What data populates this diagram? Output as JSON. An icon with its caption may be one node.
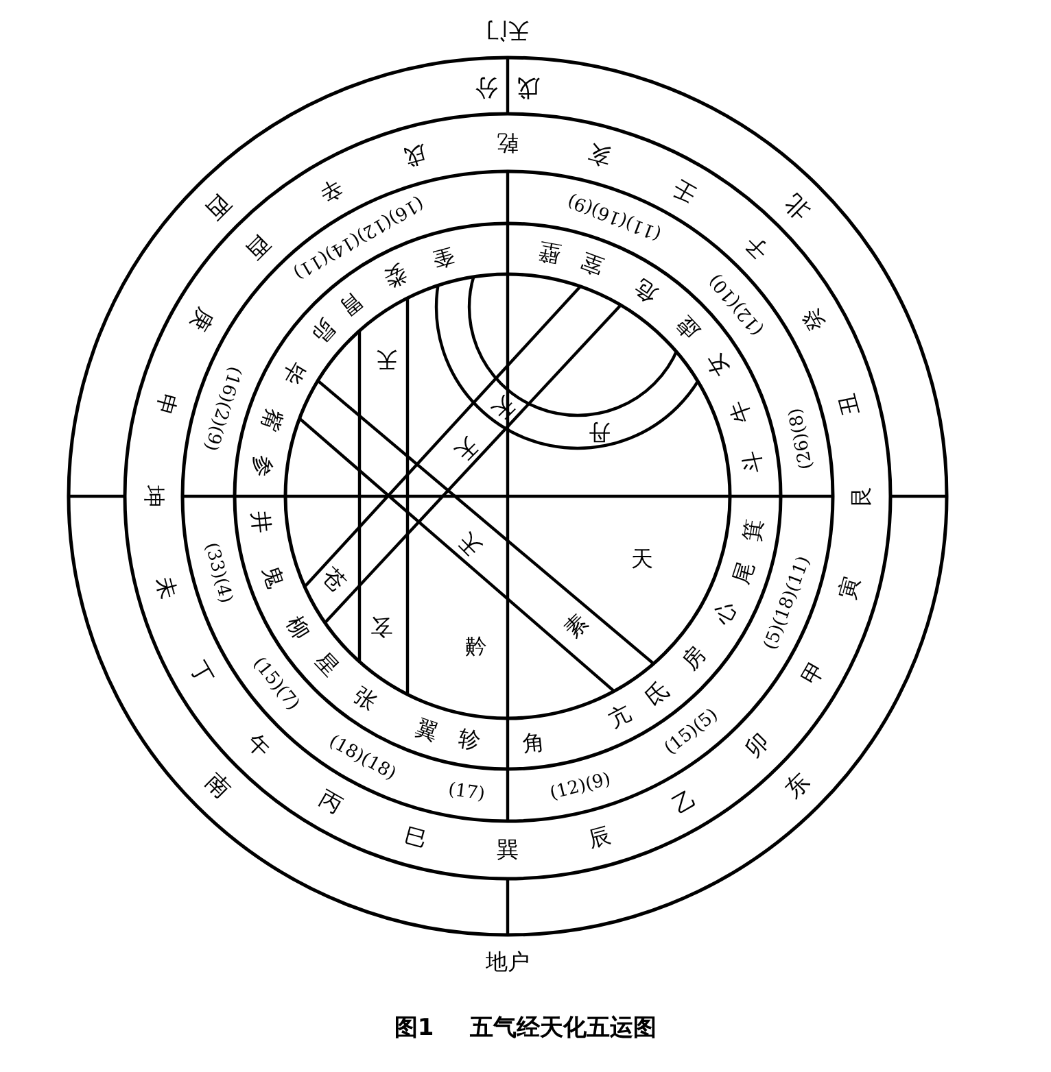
{
  "diagram": {
    "caption": "图1 五气经天化五运图",
    "labels": [
      "天门",
      "戊分",
      "北",
      "东",
      "南",
      "西",
      "乾",
      "亥",
      "壬",
      "子",
      "癸",
      "丑",
      "艮",
      "寅",
      "甲",
      "卯",
      "乙",
      "辰",
      "巽",
      "巳",
      "丙",
      "午",
      "丁",
      "未",
      "坤",
      "申",
      "庚",
      "酉",
      "辛",
      "戌",
      "(11)(16)(9)",
      "(12)(10)",
      "(26)(8)",
      "(5)(18)(11)",
      "(15)(5)",
      "(12)(9)",
      "(17)",
      "(18)(18)",
      "(15)(7)",
      "(33)(4)",
      "(16)(2)(9)",
      "(16)(12)(14)(11)",
      "壁",
      "室",
      "危",
      "虚",
      "女",
      "牛",
      "斗",
      "箕",
      "尾",
      "心",
      "房",
      "氐",
      "亢",
      "角",
      "轸",
      "翼",
      "张",
      "星",
      "柳",
      "鬼",
      "井",
      "参",
      "觜",
      "毕",
      "昴",
      "胃",
      "娄",
      "奎",
      "天",
      "天",
      "丹",
      "天",
      "天",
      "天",
      "苍",
      "素",
      "玄",
      "黅",
      "地户"
    ]
  }
}
